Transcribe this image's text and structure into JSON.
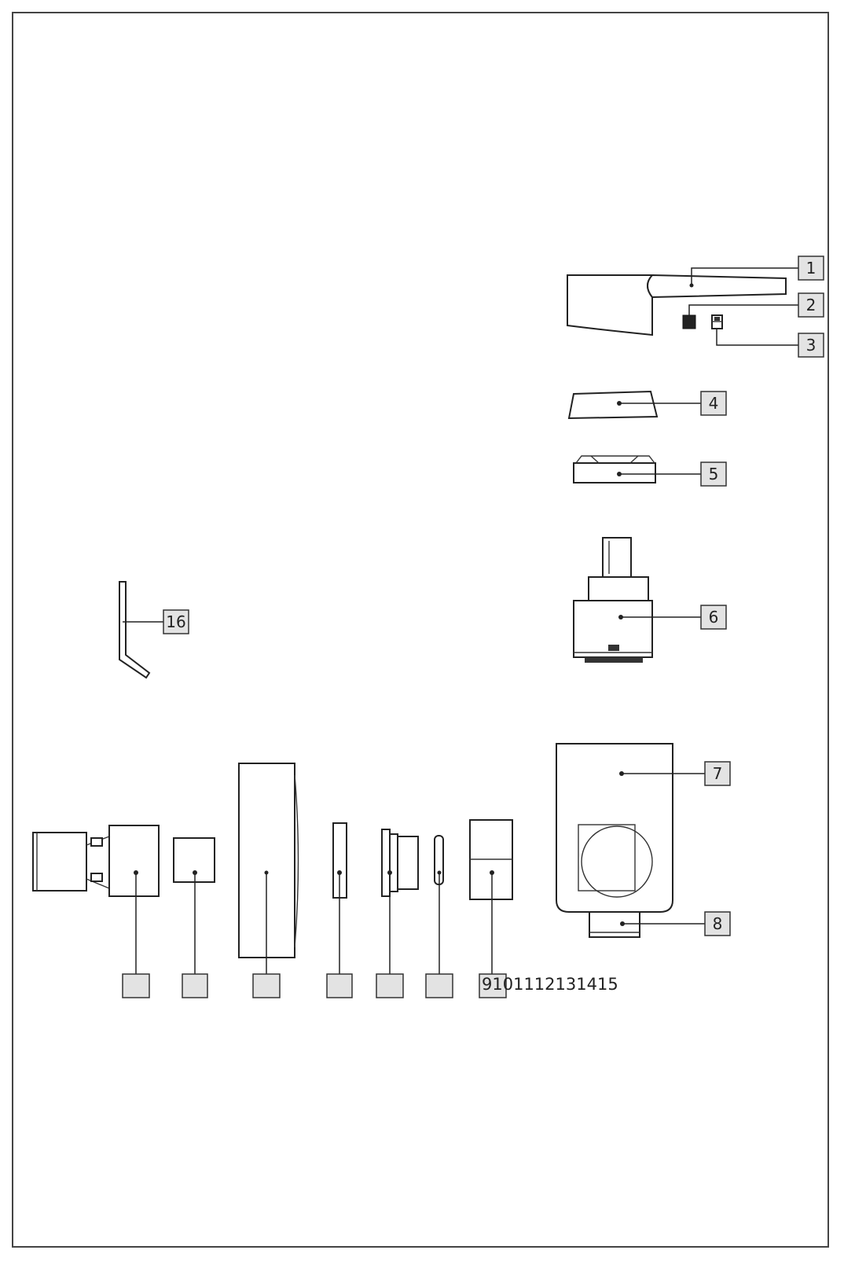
{
  "callouts": {
    "c1": "1",
    "c2": "2",
    "c3": "3",
    "c4": "4",
    "c5": "5",
    "c6": "6",
    "c7": "7",
    "c8": "8",
    "c16": "16"
  },
  "bottom_row_label": "9101112131415"
}
